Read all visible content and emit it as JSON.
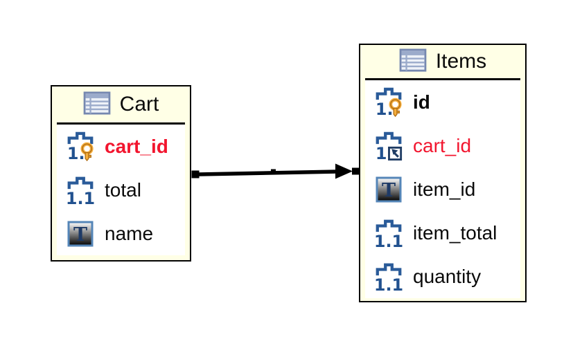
{
  "diagram": {
    "tables": [
      {
        "title": "Cart",
        "fields": [
          {
            "label": "cart_id",
            "type": "numeric-primary-key",
            "emphasis": "red-bold"
          },
          {
            "label": "total",
            "type": "numeric",
            "emphasis": "normal"
          },
          {
            "label": "name",
            "type": "text",
            "emphasis": "normal"
          }
        ]
      },
      {
        "title": "Items",
        "fields": [
          {
            "label": "id",
            "type": "numeric-primary-key",
            "emphasis": "bold"
          },
          {
            "label": "cart_id",
            "type": "numeric-foreign-key",
            "emphasis": "red"
          },
          {
            "label": "item_id",
            "type": "text",
            "emphasis": "normal"
          },
          {
            "label": "item_total",
            "type": "numeric",
            "emphasis": "normal"
          },
          {
            "label": "quantity",
            "type": "numeric",
            "emphasis": "normal"
          }
        ]
      }
    ],
    "relationship": {
      "from_table": "Cart",
      "from_field": "cart_id",
      "to_table": "Items",
      "to_field": "cart_id",
      "style": "solid-arrow-selected"
    },
    "colors": {
      "canvas_background": "#FFFFFF",
      "table_background": "#FFFFE6",
      "table_border": "#000000",
      "field_red": "#F2152E",
      "icon_blue": "#2A5B99",
      "icon_navy": "#1F3C64",
      "key_orange": "#F5AE3D",
      "header_icon_blue_gray": "#9BABCB"
    }
  }
}
